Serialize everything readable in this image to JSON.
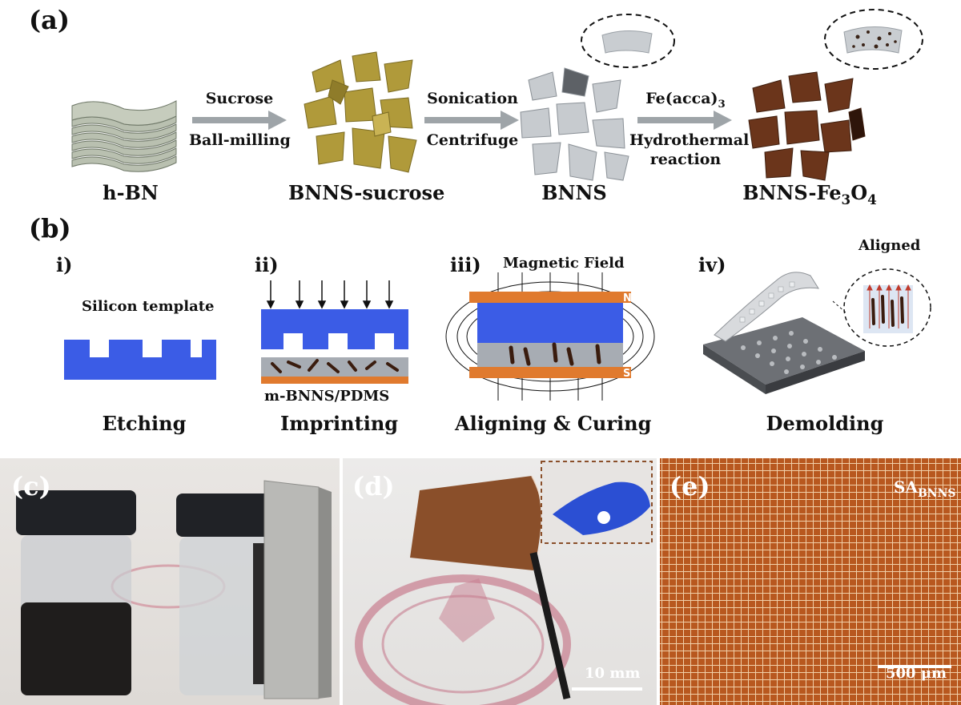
{
  "panel_a": {
    "label": "(a)",
    "materials": [
      "h-BN",
      "BNNS-sucrose",
      "BNNS"
    ],
    "final_material": {
      "main": "BNNS-Fe",
      "sub1": "3",
      "mid": "O",
      "sub2": "4"
    },
    "arrow1": {
      "top": "Sucrose",
      "bottom": "Ball-milling"
    },
    "arrow2": {
      "top": "Sonication",
      "bottom": "Centrifuge"
    },
    "arrow3": {
      "top_main": "Fe(acca)",
      "top_sub": "3",
      "bottom1": "Hydrothermal",
      "bottom2": "reaction"
    }
  },
  "panel_b": {
    "label": "(b)",
    "steps": [
      {
        "num": "i)",
        "caption": "Etching",
        "note": "Silicon template"
      },
      {
        "num": "ii)",
        "caption": "Imprinting",
        "note": "m-BNNS/PDMS"
      },
      {
        "num": "iii)",
        "caption": "Aligning & Curing",
        "note": "Magnetic  Field",
        "pole_n": "N",
        "pole_s": "S"
      },
      {
        "num": "iv)",
        "caption": "Demolding",
        "note": "Aligned"
      }
    ]
  },
  "panel_c": {
    "label": "(c)"
  },
  "panel_d": {
    "label": "(d)",
    "scale": "10 mm"
  },
  "panel_e": {
    "label": "(e)",
    "tag_main": "SA",
    "tag_sub": "BNNS",
    "scale": "500 μm"
  },
  "colors": {
    "template_blue": "#3b5ce6",
    "magnet_orange": "#e07a2e",
    "pdms_gray": "#a7acb3",
    "bnns_gray": "#c7cbcf",
    "fe3o4_brown": "#5e2e17",
    "sucrose_olive": "#b09a3a",
    "film_brown": "#8a4f2a",
    "sem_orange": "#b8581f"
  }
}
